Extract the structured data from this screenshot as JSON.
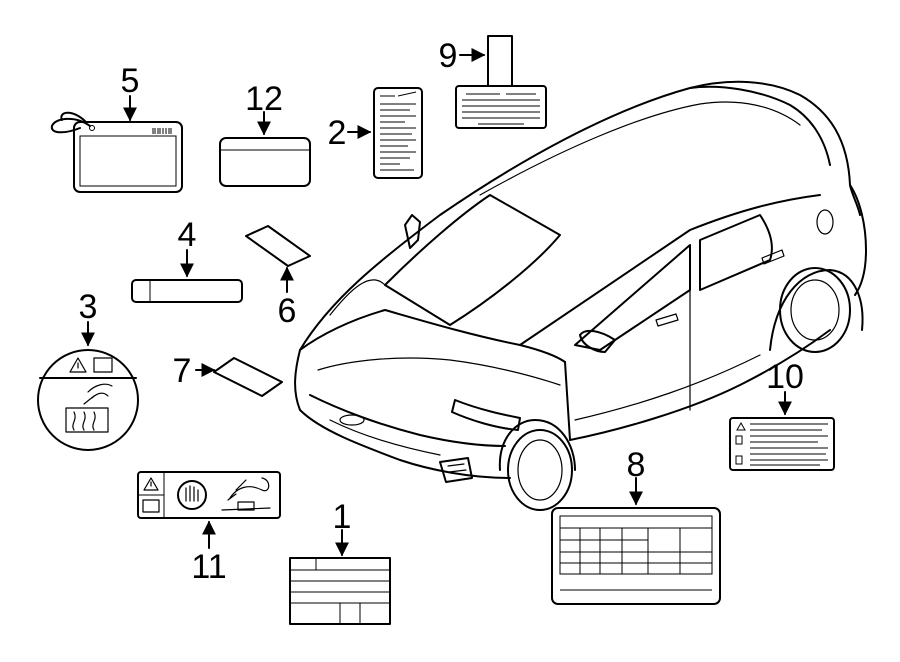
{
  "diagram": {
    "labels": [
      {
        "id": "label-1",
        "number": "1"
      },
      {
        "id": "label-2",
        "number": "2"
      },
      {
        "id": "label-3",
        "number": "3"
      },
      {
        "id": "label-4",
        "number": "4"
      },
      {
        "id": "label-5",
        "number": "5"
      },
      {
        "id": "label-6",
        "number": "6"
      },
      {
        "id": "label-7",
        "number": "7"
      },
      {
        "id": "label-8",
        "number": "8"
      },
      {
        "id": "label-9",
        "number": "9"
      },
      {
        "id": "label-10",
        "number": "10"
      },
      {
        "id": "label-11",
        "number": "11"
      },
      {
        "id": "label-12",
        "number": "12"
      }
    ],
    "colors": {
      "line": "#000000",
      "background": "#ffffff"
    }
  }
}
